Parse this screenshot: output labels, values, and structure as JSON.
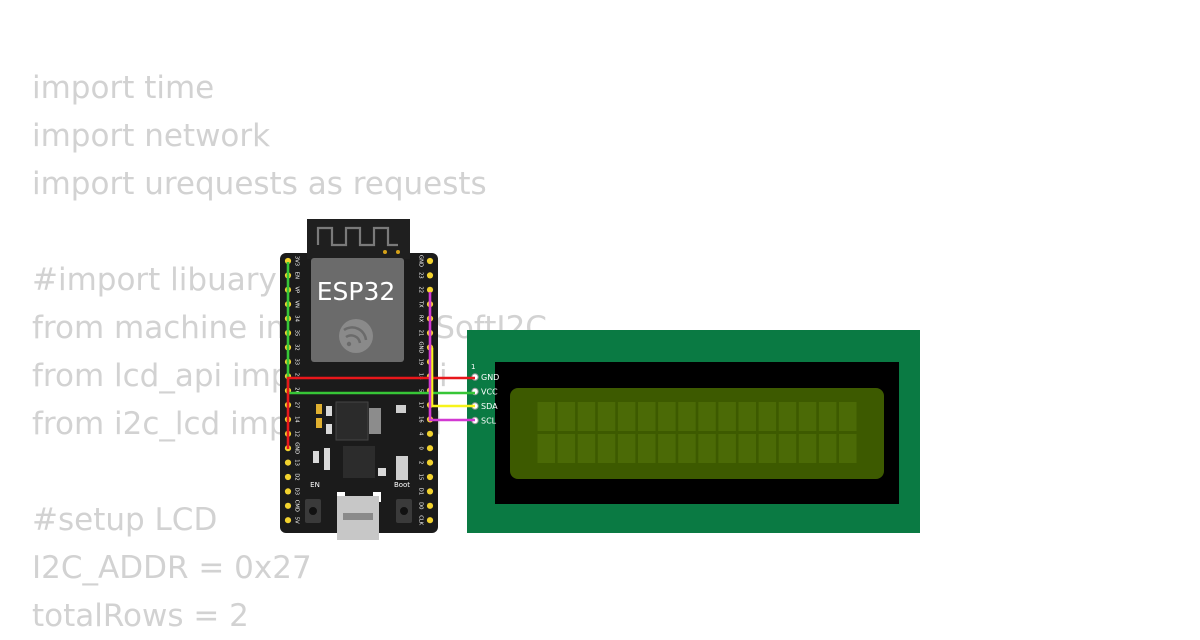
{
  "code": {
    "lines": [
      "import time",
      "import network",
      "import urequests as requests",
      "",
      "#import libuary o",
      "from machine import Pin, SoftI2C",
      "from lcd_api import LcdApi",
      "from i2c_lcd import I2cLcd",
      "",
      "#setup LCD",
      "I2C_ADDR = 0x27",
      "totalRows = 2"
    ]
  },
  "esp32": {
    "label": "ESP32",
    "left_pins": [
      "3V3",
      "EN",
      "VP",
      "VN",
      "34",
      "35",
      "32",
      "33",
      "25",
      "26",
      "27",
      "14",
      "12",
      "GND",
      "13",
      "D2",
      "D3",
      "CMD",
      "5V"
    ],
    "right_pins": [
      "GND",
      "23",
      "22",
      "TX",
      "RX",
      "21",
      "GND",
      "19",
      "18",
      "5",
      "17",
      "16",
      "4",
      "0",
      "2",
      "15",
      "D1",
      "D0",
      "CLK"
    ],
    "en_label": "EN",
    "boot_label": "Boot"
  },
  "lcd": {
    "pin1_label": "1",
    "pins": [
      "GND",
      "VCC",
      "SDA",
      "SCL"
    ]
  },
  "colors": {
    "pcb_black": "#1b1b1b",
    "lcd_pcb": "#0a7a43",
    "lcd_screen": "#3d5a00",
    "wire_gnd": "#e8171b",
    "wire_vcc": "#37c637",
    "wire_sda": "#f7f41b",
    "wire_scl": "#d238d2"
  }
}
